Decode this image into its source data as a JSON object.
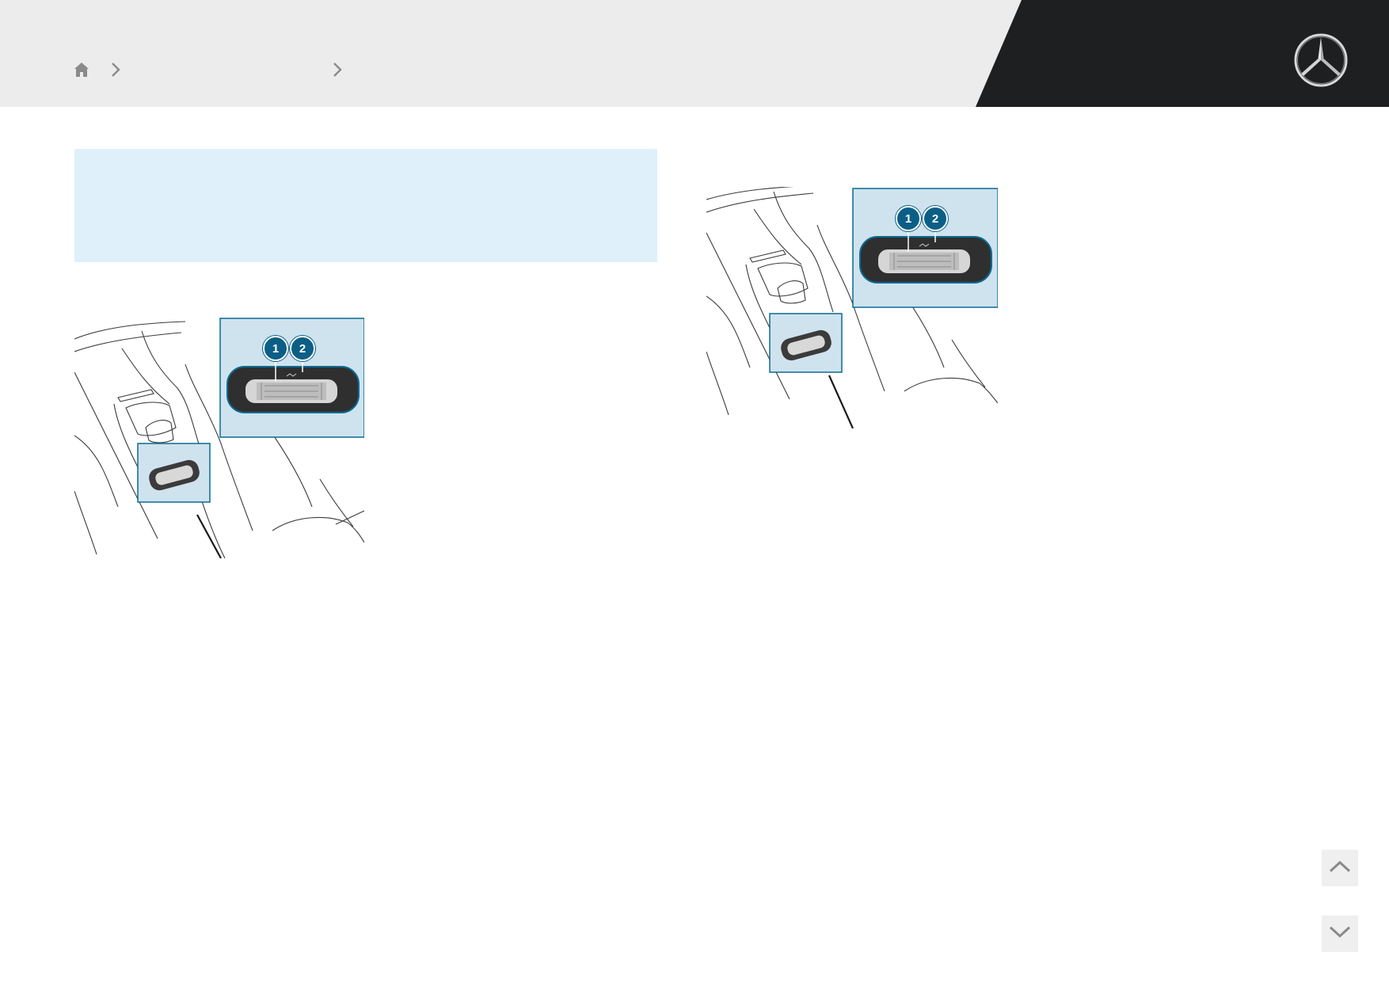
{
  "header": {
    "home_icon": "home-icon",
    "separator_icon": "chevron-right-icon",
    "logo": "mercedes-benz-star-logo",
    "breadcrumb": [
      "",
      ""
    ]
  },
  "info_box": {
    "color": "#dff0fb"
  },
  "figures": {
    "left": {
      "callouts": [
        "1",
        "2"
      ]
    },
    "right": {
      "callouts": [
        "1",
        "2"
      ]
    }
  },
  "navigation": {
    "up_icon": "chevron-up-icon",
    "down_icon": "chevron-down-icon"
  },
  "colors": {
    "header_bg": "#ececec",
    "header_dark": "#1e1f21",
    "accent": "#0a6b94",
    "callout": "#0b5f86"
  }
}
